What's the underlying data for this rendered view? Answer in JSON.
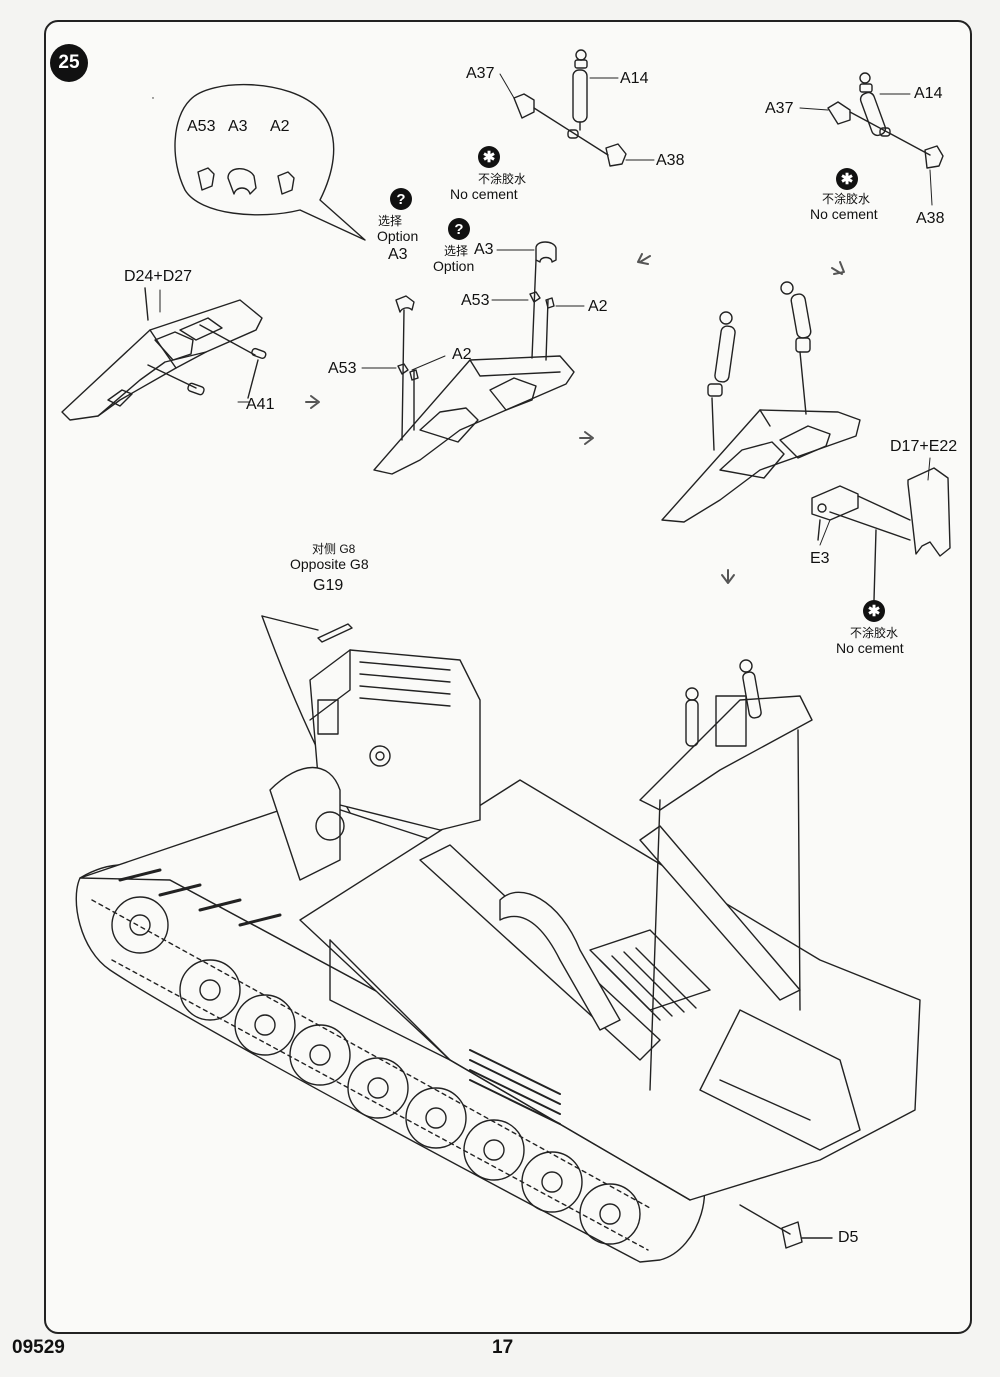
{
  "step_number": "25",
  "footer": {
    "kit_code": "09529",
    "page_number": "17"
  },
  "callout": {
    "labels": [
      "A53",
      "A3",
      "A2"
    ]
  },
  "assembly_1": {
    "title": "D24+D27",
    "part": "A41"
  },
  "option": {
    "cn": "选择",
    "en": "Option"
  },
  "assembly_2": {
    "option1_part": "A3",
    "option1_a53": "A53",
    "option1_a2": "A2",
    "option2_a3": "A3",
    "option2_a53": "A53",
    "option2_a2": "A2"
  },
  "no_cement": {
    "cn": "不涂胶水",
    "en": "No cement",
    "icon": "asterisk-icon"
  },
  "strut_left": {
    "top": "A14",
    "left": "A37",
    "bottom": "A38"
  },
  "strut_right": {
    "top": "A14",
    "left": "A37",
    "bottom": "A38"
  },
  "assembly_3": {
    "plate": "D17+E22",
    "bracket": "E3"
  },
  "track_guard": {
    "cn": "对侧 G8",
    "en": "Opposite G8",
    "part": "G19"
  },
  "hull": {
    "tow_part": "D5"
  }
}
